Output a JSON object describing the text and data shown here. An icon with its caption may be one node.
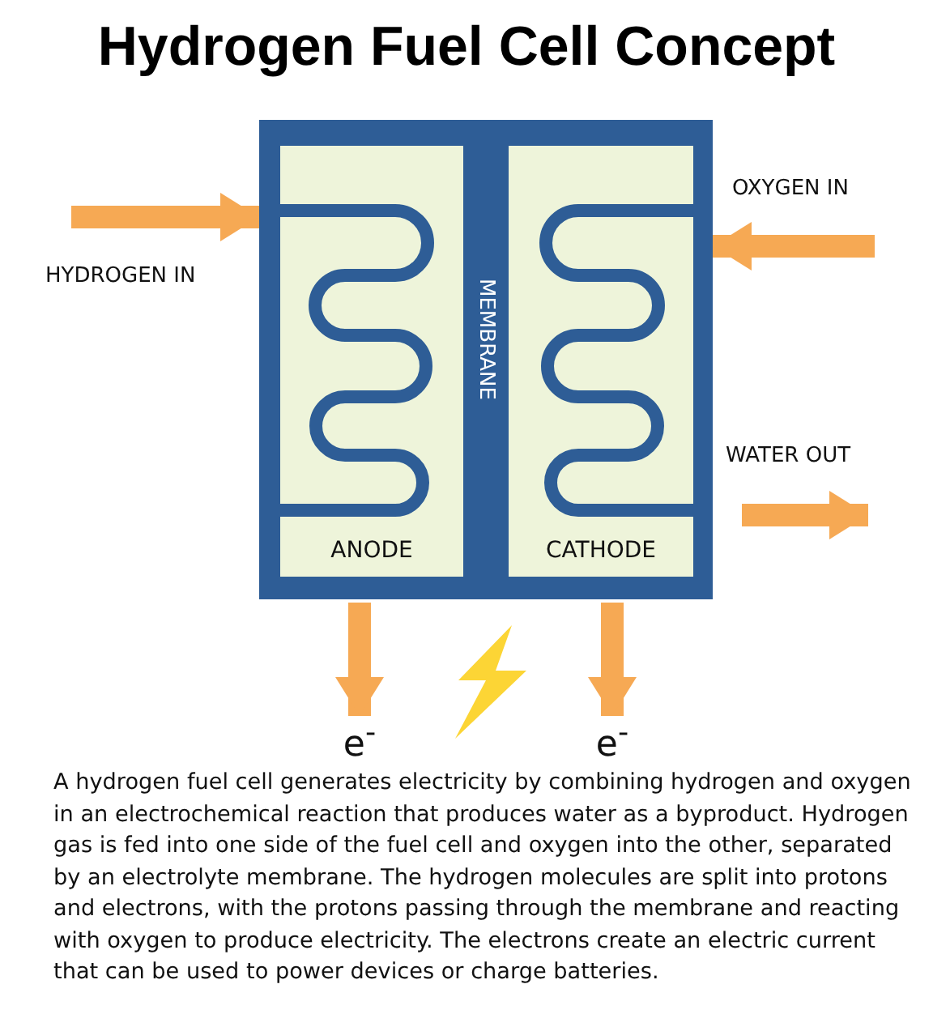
{
  "diagram": {
    "title": "Hydrogen Fuel Cell Concept",
    "caption": "A hydrogen fuel cell generates electricity by combining hydrogen and oxygen in an electrochemical reaction that produces water as a byproduct. Hydrogen gas is fed into one side of the fuel cell and oxygen into the other, separated by an electrolyte membrane. The hydrogen molecules are split into protons and electrons, with the protons passing through the membrane and reacting with oxygen to produce electricity. The electrons create an electric current that can be used to power devices or charge batteries.",
    "nodes": [
      {
        "text": [],
        "shape": "box"
      },
      {
        "text": [
          "ANODE"
        ],
        "in": 0
      },
      {
        "text": [
          "MEMBRANE"
        ],
        "in": 0
      },
      {
        "text": [
          "CATHODE"
        ],
        "in": 0
      },
      {
        "text": [
          "e$^{-}$"
        ]
      },
      {
        "text": [
          "e$^{-}$"
        ]
      }
    ],
    "edges": [
      {
        "from": null,
        "to": 0,
        "arrow": "to",
        "label": "HYDROGEN IN"
      },
      {
        "from": null,
        "to": 0,
        "arrow": "to",
        "label": "OXYGEN IN"
      },
      {
        "from": 0,
        "to": null,
        "arrow": "to",
        "label": "WATER OUT"
      },
      {
        "from": 0,
        "to": 4,
        "arrow": "to"
      },
      {
        "from": 0,
        "to": 5,
        "arrow": "to"
      }
    ]
  }
}
